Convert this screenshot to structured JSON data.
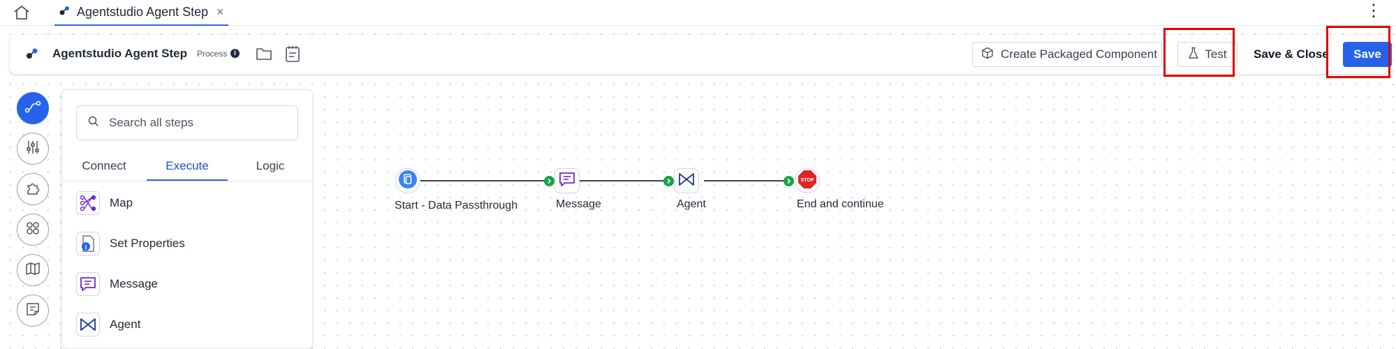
{
  "tabbar": {
    "tab_title": "Agentstudio Agent Step",
    "close_glyph": "×",
    "more_glyph": "⋮"
  },
  "header": {
    "title": "Agentstudio Agent Step",
    "type_label": "Process",
    "info_glyph": "i",
    "buttons": {
      "create_packaged": "Create Packaged Component",
      "test": "Test",
      "save_close": "Save & Close",
      "save": "Save"
    }
  },
  "rail": {
    "items": [
      "flow-icon",
      "sliders-icon",
      "puzzle-icon",
      "apps-icon",
      "map-icon",
      "notes-icon"
    ]
  },
  "palette": {
    "search_placeholder": "Search all steps",
    "tabs": [
      {
        "label": "Connect"
      },
      {
        "label": "Execute"
      },
      {
        "label": "Logic"
      }
    ],
    "active_tab": "Execute",
    "items": [
      {
        "label": "Map"
      },
      {
        "label": "Set Properties"
      },
      {
        "label": "Message"
      },
      {
        "label": "Agent"
      }
    ]
  },
  "flow": {
    "nodes": [
      {
        "label": "Start - Data Passthrough"
      },
      {
        "label": "Message"
      },
      {
        "label": "Agent"
      },
      {
        "label": "End and continue"
      }
    ],
    "stop_text": "STOP"
  },
  "colors": {
    "accent": "#2563eb",
    "connector": "#16a34a",
    "stop": "#dc2626",
    "highlight": "#e00000"
  }
}
